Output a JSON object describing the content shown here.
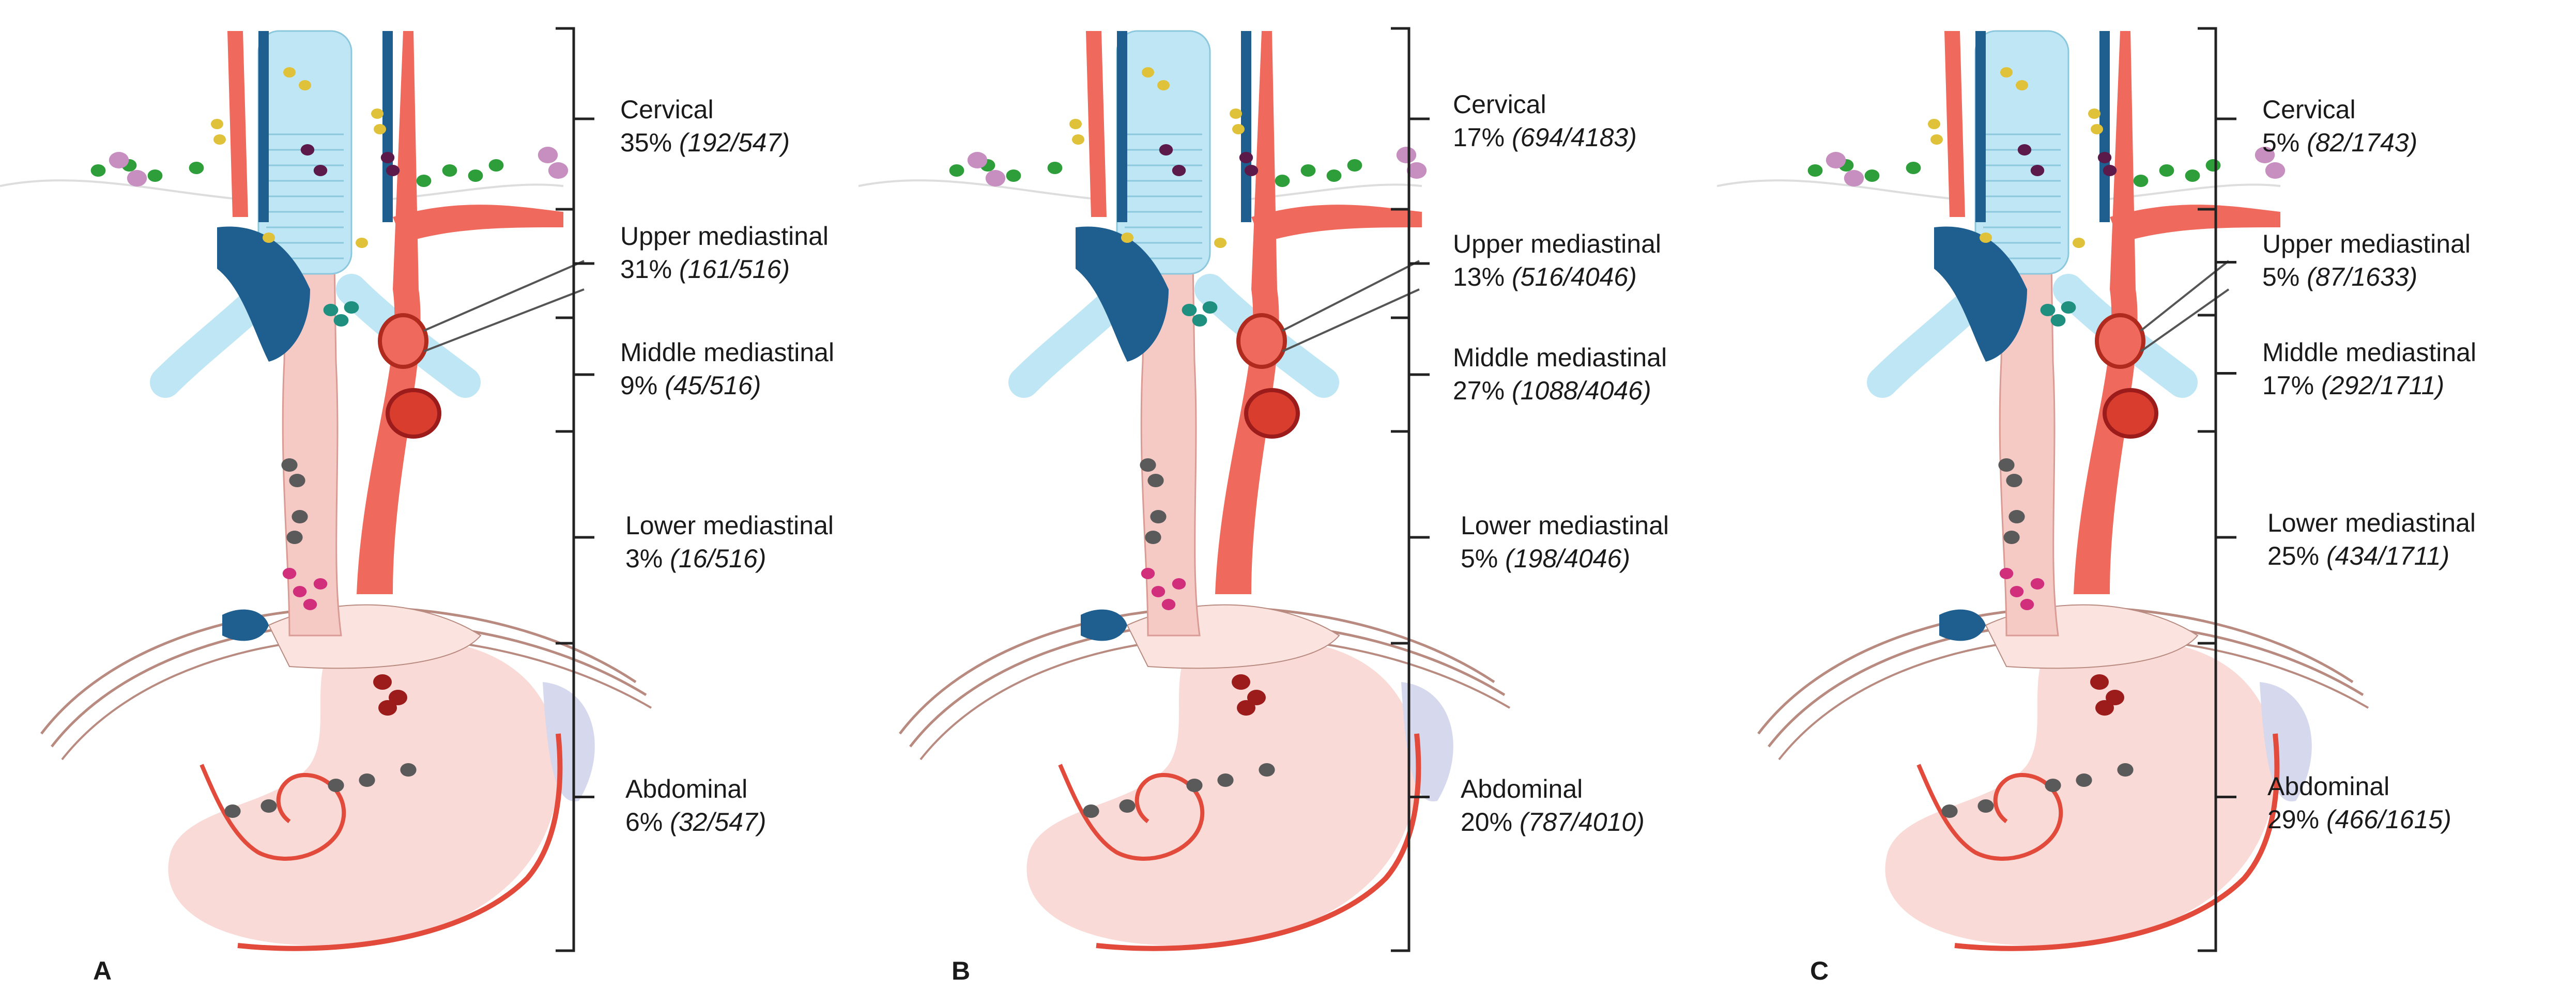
{
  "panels": [
    {
      "letter": "A",
      "regions": [
        {
          "name": "Cervical",
          "percent": "35%",
          "fraction": "(192/547)"
        },
        {
          "name": "Upper mediastinal",
          "percent": "31%",
          "fraction": "(161/516)"
        },
        {
          "name": "Middle mediastinal",
          "percent": "9%",
          "fraction": "(45/516)"
        },
        {
          "name": "Lower mediastinal",
          "percent": "3%",
          "fraction": "(16/516)"
        },
        {
          "name": "Abdominal",
          "percent": "6%",
          "fraction": "(32/547)"
        }
      ]
    },
    {
      "letter": "B",
      "regions": [
        {
          "name": "Cervical",
          "percent": "17%",
          "fraction": "(694/4183)"
        },
        {
          "name": "Upper mediastinal",
          "percent": "13%",
          "fraction": "(516/4046)"
        },
        {
          "name": "Middle mediastinal",
          "percent": "27%",
          "fraction": "(1088/4046)"
        },
        {
          "name": "Lower mediastinal",
          "percent": "5%",
          "fraction": "(198/4046)"
        },
        {
          "name": "Abdominal",
          "percent": "20%",
          "fraction": "(787/4010)"
        }
      ]
    },
    {
      "letter": "C",
      "regions": [
        {
          "name": "Cervical",
          "percent": "5%",
          "fraction": "(82/1743)"
        },
        {
          "name": "Upper mediastinal",
          "percent": "5%",
          "fraction": "(87/1633)"
        },
        {
          "name": "Middle mediastinal",
          "percent": "17%",
          "fraction": "(292/1711)"
        },
        {
          "name": "Lower mediastinal",
          "percent": "25%",
          "fraction": "(434/1711)"
        },
        {
          "name": "Abdominal",
          "percent": "29%",
          "fraction": "(466/1615)"
        }
      ]
    }
  ],
  "colors": {
    "esophagus": "#f5c9c4",
    "artery": "#ef6a5c",
    "vein": "#1f5f8f",
    "trachea": "#bfe6f5",
    "stomach": "#f8d3cf",
    "spleen": "#d6d8ee",
    "diaphragm": "#b88a80",
    "node_green": "#2e9e3a",
    "node_gray": "#5a5a5a",
    "node_magenta": "#d12f7c",
    "node_darkred": "#9c1b1b",
    "node_purple": "#5b1a4a",
    "node_yellow": "#e0c23a",
    "node_lilac": "#c78ec0",
    "node_teal": "#1f8f7f"
  }
}
